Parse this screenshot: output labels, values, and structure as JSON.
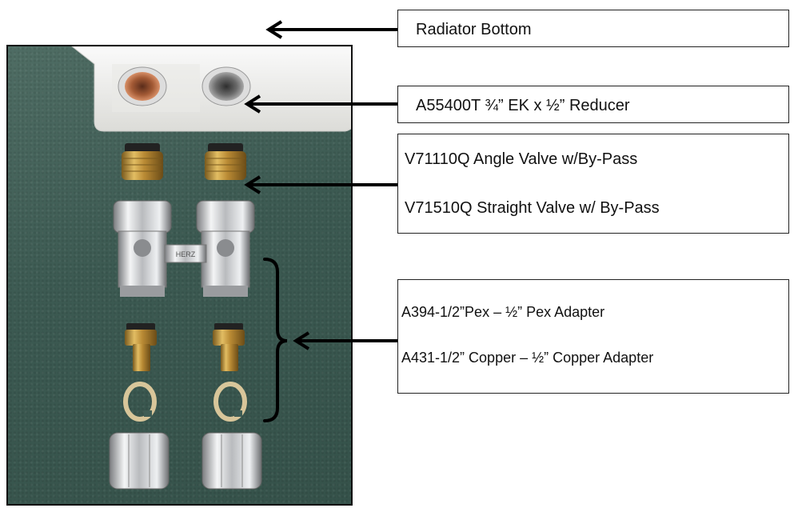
{
  "labels": {
    "radiator_bottom": "Radiator Bottom",
    "reducer": "A55400T ¾” EK x ½” Reducer",
    "angle_valve": "V71110Q Angle Valve w/By-Pass",
    "straight_valve": "V71510Q Straight Valve w/ By-Pass",
    "pex_adapter": "A394-1/2”Pex – ½” Pex Adapter",
    "copper_adapter": "A431-1/2” Copper – ½” Copper Adapter"
  },
  "photo": {
    "valve_logo": "HERZ",
    "colors": {
      "carpet": "#3f5d55",
      "brass": "#c9a04a",
      "chrome": "#d9dadc",
      "radiator": "#f2f2f0"
    }
  }
}
